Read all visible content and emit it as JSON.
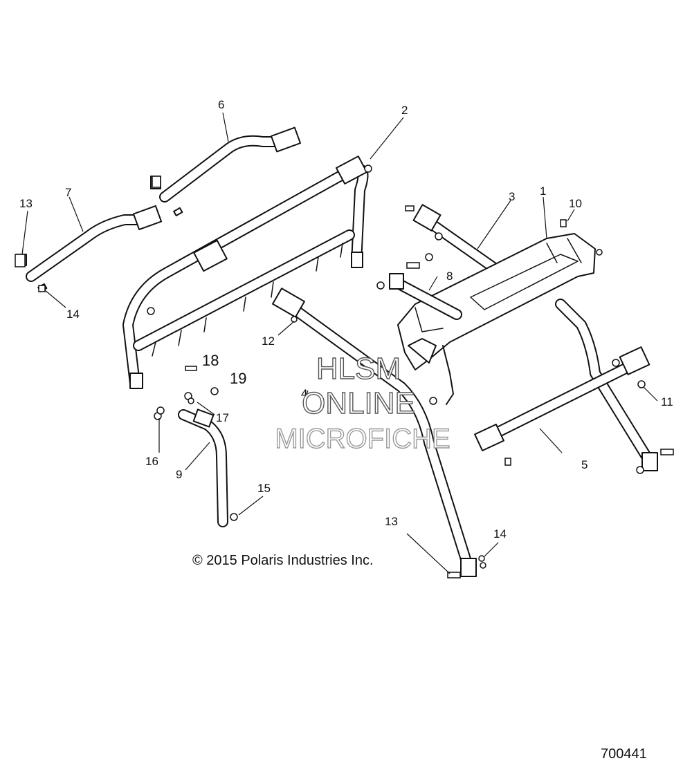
{
  "callouts": {
    "c1": "1",
    "c2": "2",
    "c3": "3",
    "c4": "4",
    "c5": "5",
    "c6": "6",
    "c7": "7",
    "c8": "8",
    "c9": "9",
    "c10": "10",
    "c11": "11",
    "c12": "12",
    "c13a": "13",
    "c13b": "13",
    "c14a": "14",
    "c14b": "14",
    "c15": "15",
    "c16": "16",
    "c17": "17",
    "c18": "18",
    "c19": "19"
  },
  "watermark": {
    "line1": "HLSM",
    "line2": "ONLINE",
    "line3": "MICROFICHE"
  },
  "copyright": "© 2015 Polaris Industries Inc.",
  "diagram_id": "700441"
}
